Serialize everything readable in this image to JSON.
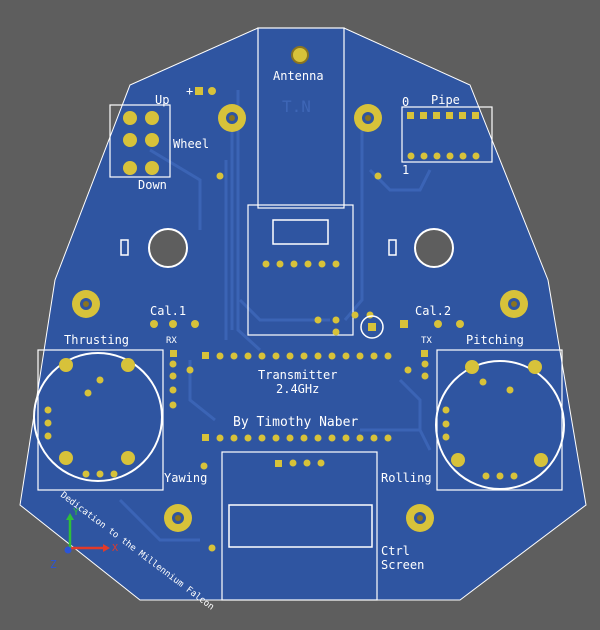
{
  "colors": {
    "background": "#5e5e5e",
    "board": "#2f55a1",
    "board_dark": "#24468a",
    "trace": "#3b63b3",
    "silkscreen": "#ffffff",
    "pad": "#d7c23a",
    "pad_dark": "#8a7420",
    "axis_x": "#e23a2a",
    "axis_y": "#2fbf3a",
    "axis_z": "#2a55d8"
  },
  "labels": {
    "antenna": "Antenna",
    "initials": "T.N",
    "up": "Up",
    "plus": "+",
    "minus": "-",
    "wheel": "Wheel",
    "down": "Down",
    "pipe": "Pipe",
    "pipe_zero": "0",
    "pipe_one": "1",
    "cal1": "Cal.1",
    "cal2": "Cal.2",
    "thrusting": "Thrusting",
    "pitching": "Pitching",
    "rx": "RX",
    "tx": "TX",
    "transmitter": "Transmitter",
    "frequency": "2.4GHz",
    "author": "By Timothy Naber",
    "yawing": "Yawing",
    "rolling": "Rolling",
    "ctrl": "Ctrl",
    "screen": "Screen",
    "dedication": "Dedication to the Millennium Falcon"
  },
  "axes": {
    "x": "X",
    "y": "Y",
    "z": "Z"
  }
}
